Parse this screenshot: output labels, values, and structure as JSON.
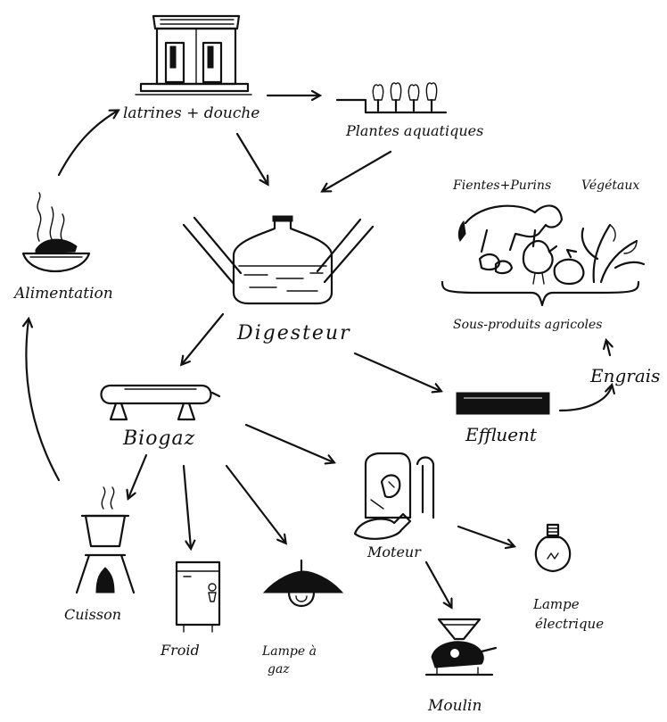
{
  "labels": {
    "latrines": "latrines + douche",
    "plantes": "Plantes aquatiques",
    "fientes": "Fientes+Purins",
    "vegetaux": "Végétaux",
    "sous_produits": "Sous-produits agricoles",
    "alimentation": "Alimentation",
    "digesteur": "Digesteur",
    "engrais": "Engrais",
    "effluent": "Effluent",
    "biogaz": "Biogaz",
    "moteur": "Moteur",
    "lampe_electrique_1": "Lampe",
    "lampe_electrique_2": "électrique",
    "cuisson": "Cuisson",
    "froid": "Froid",
    "lampe_gaz_1": "Lampe à",
    "lampe_gaz_2": "gaz",
    "moulin": "Moulin"
  }
}
